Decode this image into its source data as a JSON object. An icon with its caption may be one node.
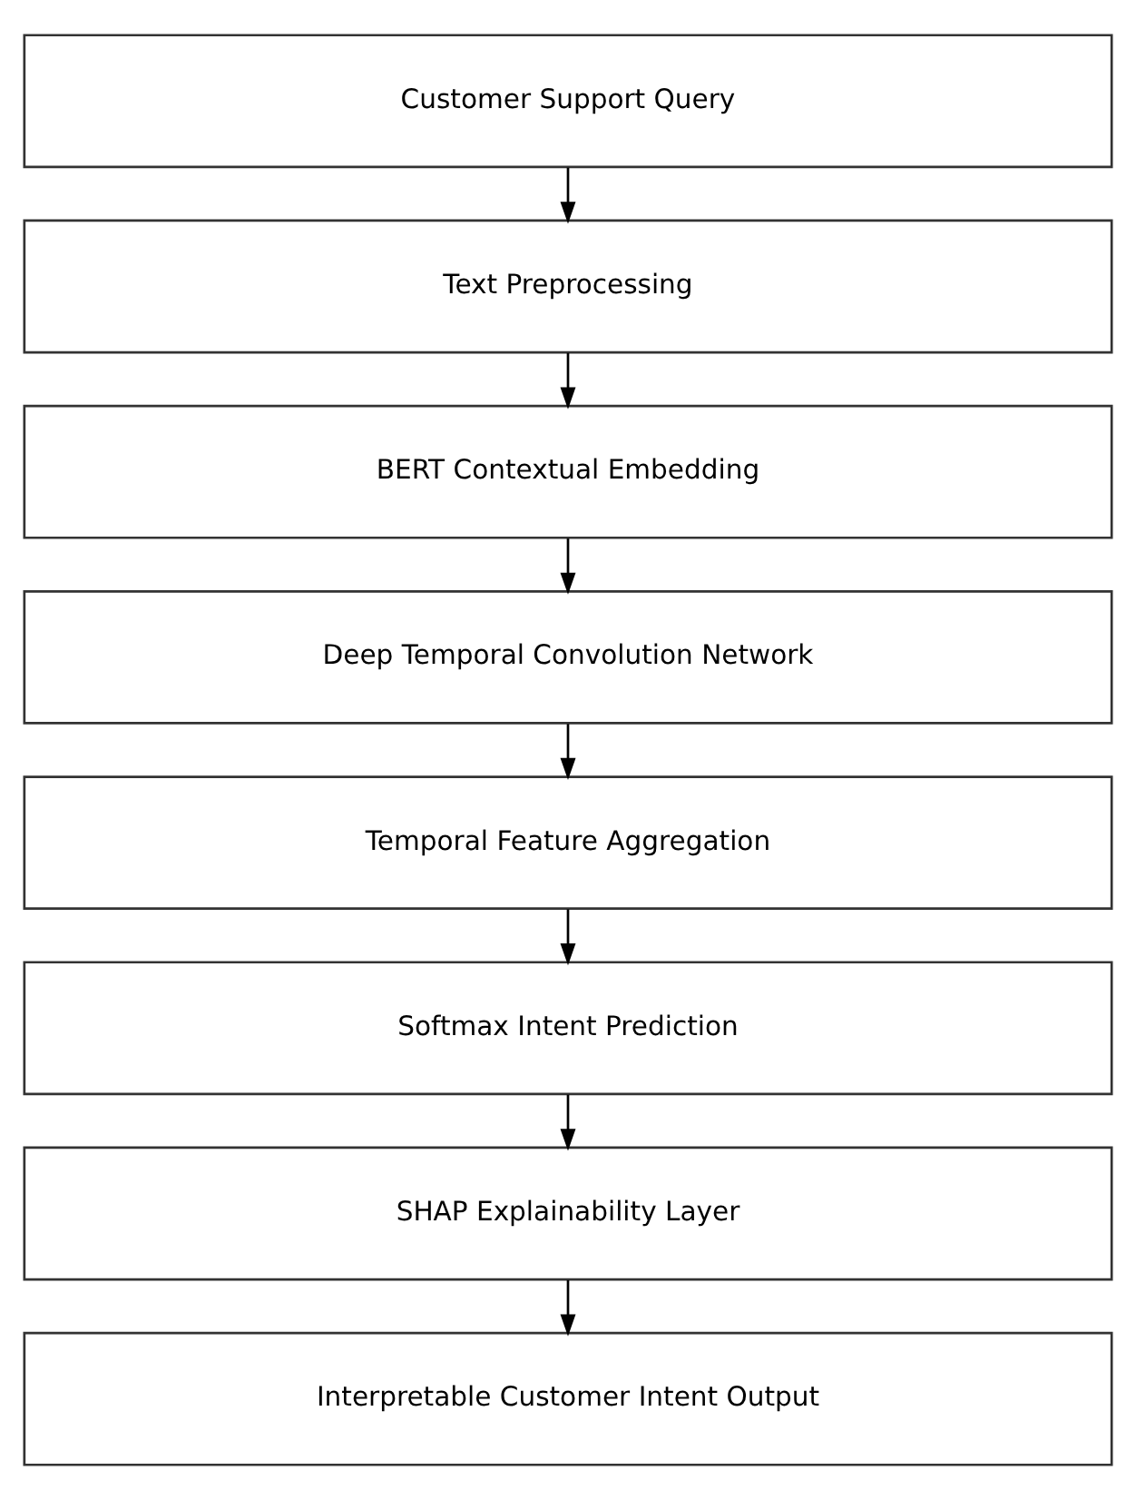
{
  "diagram": {
    "nodes": [
      {
        "text": [
          "Customer Support Query"
        ]
      },
      {
        "text": [
          "Text Preprocessing"
        ]
      },
      {
        "text": [
          "BERT Contextual Embedding"
        ]
      },
      {
        "text": [
          "Deep Temporal Convolution Network"
        ]
      },
      {
        "text": [
          "Temporal Feature Aggregation"
        ]
      },
      {
        "text": [
          "Softmax Intent Prediction"
        ]
      },
      {
        "text": [
          "SHAP Explainability Layer"
        ]
      },
      {
        "text": [
          "Interpretable Customer Intent Output"
        ]
      }
    ],
    "edges": [
      {
        "from": 0,
        "to": 1,
        "arrow": "to"
      },
      {
        "from": 1,
        "to": 2,
        "arrow": "to"
      },
      {
        "from": 2,
        "to": 3,
        "arrow": "to"
      },
      {
        "from": 3,
        "to": 4,
        "arrow": "to"
      },
      {
        "from": 4,
        "to": 5,
        "arrow": "to"
      },
      {
        "from": 5,
        "to": 6,
        "arrow": "to"
      },
      {
        "from": 6,
        "to": 7,
        "arrow": "to"
      }
    ]
  }
}
